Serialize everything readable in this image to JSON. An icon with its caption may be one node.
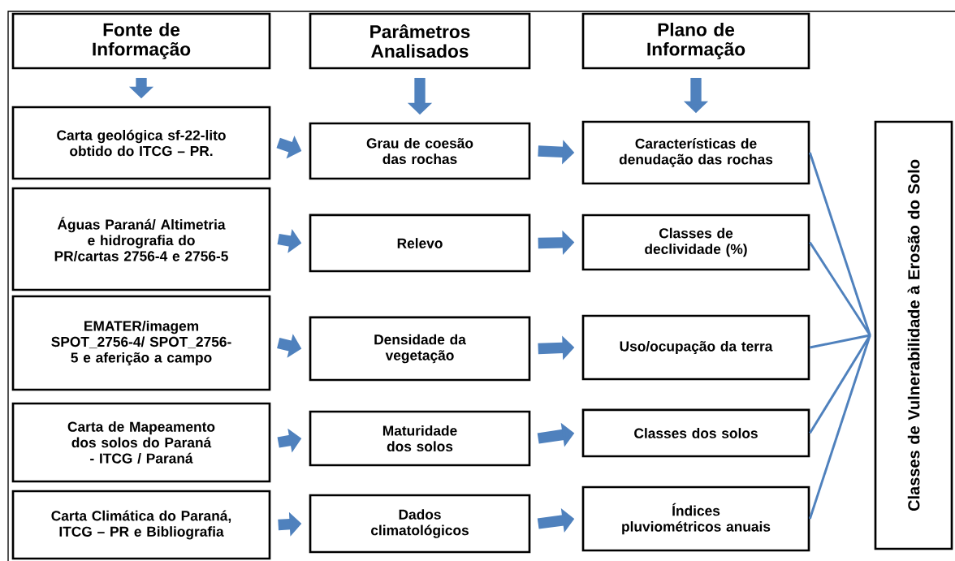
{
  "diagram": {
    "nodes": [
      {
        "text": [
          "Fonte de Informação"
        ]
      },
      {
        "text": [
          "Parâmetros Analisados"
        ]
      },
      {
        "text": [
          "Plano de Informação"
        ]
      },
      {
        "text": [
          "Carta geológica sf-22-lito obtido do ITCG – PR."
        ]
      },
      {
        "text": [
          "Águas Paraná/ Altimetria e hidrografia do PR/cartas 2756-4 e 2756-5"
        ]
      },
      {
        "text": [
          "EMATER/imagem SPOT_2756-4/ SPOT_2756-5 e aferição a campo"
        ]
      },
      {
        "text": [
          "Carta de Mapeamento dos solos do Paraná - ITCG / Paraná"
        ]
      },
      {
        "text": [
          "Carta Climática do Paraná, ITCG – PR e Bibliografia"
        ]
      },
      {
        "text": [
          "Grau de coesão das rochas"
        ]
      },
      {
        "text": [
          "Relevo"
        ]
      },
      {
        "text": [
          "Densidade da vegetação"
        ]
      },
      {
        "text": [
          "Maturidade dos solos"
        ]
      },
      {
        "text": [
          "Dados climatológicos"
        ]
      },
      {
        "text": [
          "Características de denudação das rochas"
        ]
      },
      {
        "text": [
          "Classes de declividade (%)"
        ]
      },
      {
        "text": [
          "Uso/ocupação da terra"
        ]
      },
      {
        "text": [
          "Classes dos solos"
        ]
      },
      {
        "text": [
          "Índices pluviométricos anuais"
        ]
      },
      {
        "text": [
          "Classes de Vulnerabilidade à Erosão do Solo"
        ]
      }
    ],
    "edges": [
      {
        "from": 0,
        "to": 3,
        "arrow": "to",
        "color": "#4f81bd"
      },
      {
        "from": 1,
        "to": 8,
        "arrow": "to",
        "color": "#4f81bd"
      },
      {
        "from": 2,
        "to": 13,
        "arrow": "to",
        "color": "#4f81bd"
      },
      {
        "from": 3,
        "to": 8,
        "arrow": "to",
        "color": "#4f81bd"
      },
      {
        "from": 4,
        "to": 9,
        "arrow": "to",
        "color": "#4f81bd"
      },
      {
        "from": 5,
        "to": 10,
        "arrow": "to",
        "color": "#4f81bd"
      },
      {
        "from": 6,
        "to": 11,
        "arrow": "to",
        "color": "#4f81bd"
      },
      {
        "from": 7,
        "to": 12,
        "arrow": "to",
        "color": "#4f81bd"
      },
      {
        "from": 8,
        "to": 13,
        "arrow": "to",
        "color": "#4f81bd"
      },
      {
        "from": 9,
        "to": 14,
        "arrow": "to",
        "color": "#4f81bd"
      },
      {
        "from": 10,
        "to": 15,
        "arrow": "to",
        "color": "#4f81bd"
      },
      {
        "from": 11,
        "to": 16,
        "arrow": "to",
        "color": "#4f81bd"
      },
      {
        "from": 12,
        "to": 17,
        "arrow": "to",
        "color": "#4f81bd"
      },
      {
        "from": 13,
        "to": 18,
        "arrow": "none",
        "color": "#4f81bd"
      },
      {
        "from": 14,
        "to": 18,
        "arrow": "none",
        "color": "#4f81bd"
      },
      {
        "from": 15,
        "to": 18,
        "arrow": "none",
        "color": "#4f81bd"
      },
      {
        "from": 16,
        "to": 18,
        "arrow": "none",
        "color": "#4f81bd"
      },
      {
        "from": 17,
        "to": 18,
        "arrow": "none",
        "color": "#4f81bd"
      }
    ]
  }
}
